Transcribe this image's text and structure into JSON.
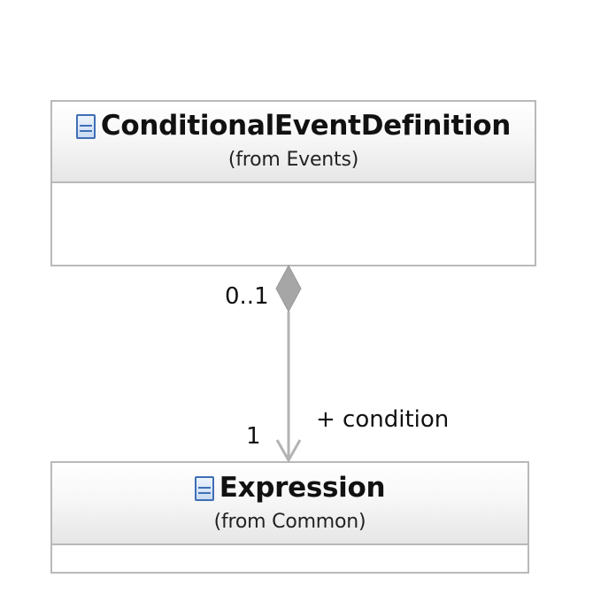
{
  "classes": [
    {
      "name": "ConditionalEventDefinition",
      "origin": "(from Events)",
      "icon": "uml-class-icon"
    },
    {
      "name": "Expression",
      "origin": "(from Common)",
      "icon": "uml-class-icon"
    }
  ],
  "association": {
    "source_multiplicity": "0..1",
    "target_multiplicity": "1",
    "role": "+ condition",
    "kind": "composition"
  },
  "colors": {
    "border": "#b9b9b9",
    "connector": "#b3b3b3",
    "icon": "#3f6fb5",
    "text": "#111111"
  }
}
